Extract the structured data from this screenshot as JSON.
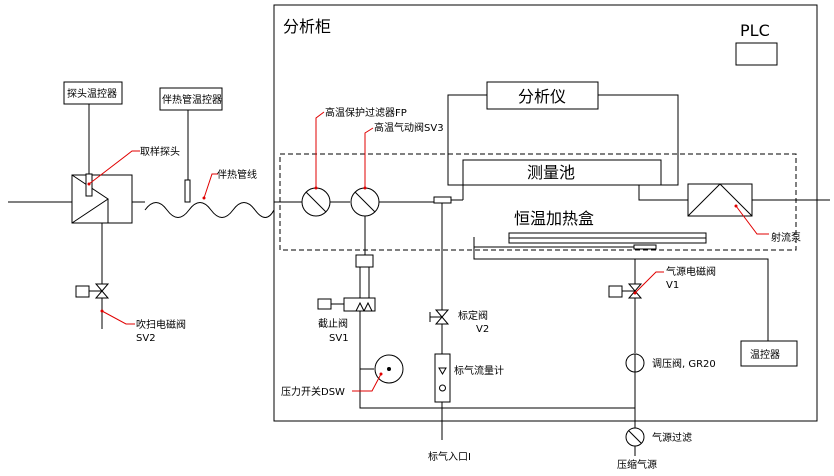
{
  "labels": {
    "cabinet_title": "分析柜",
    "plc": "PLC",
    "analyzer": "分析仪",
    "measuring_cell": "测量池",
    "heating_box": "恒温加热盒",
    "probe_controller": "探头温控器",
    "tracing_controller": "伴热管温控器",
    "sampling_probe": "取样探头",
    "heat_tracing_line": "伴热管线",
    "filter_fp": "高温保护过滤器FP",
    "valve_sv3": "高温气动阀SV3",
    "ejector_pump": "射流泵",
    "purge_valve_line1": "吹扫电磁阀",
    "purge_valve_line2": "SV2",
    "shutoff_valve_line1": "截止阀",
    "shutoff_valve_line2": "SV1",
    "pressure_switch": "压力开关DSW",
    "cal_valve_line1": "标定阀",
    "cal_valve_line2": "V2",
    "cal_flowmeter": "标气流量计",
    "cal_gas_inlet": "标气入口I",
    "source_valve_line1": "气源电磁阀",
    "source_valve_line2": "V1",
    "regulator": "调压阀, GR20",
    "temp_controller": "温控器",
    "source_filter": "气源过滤",
    "compressed_air": "压缩气源"
  }
}
